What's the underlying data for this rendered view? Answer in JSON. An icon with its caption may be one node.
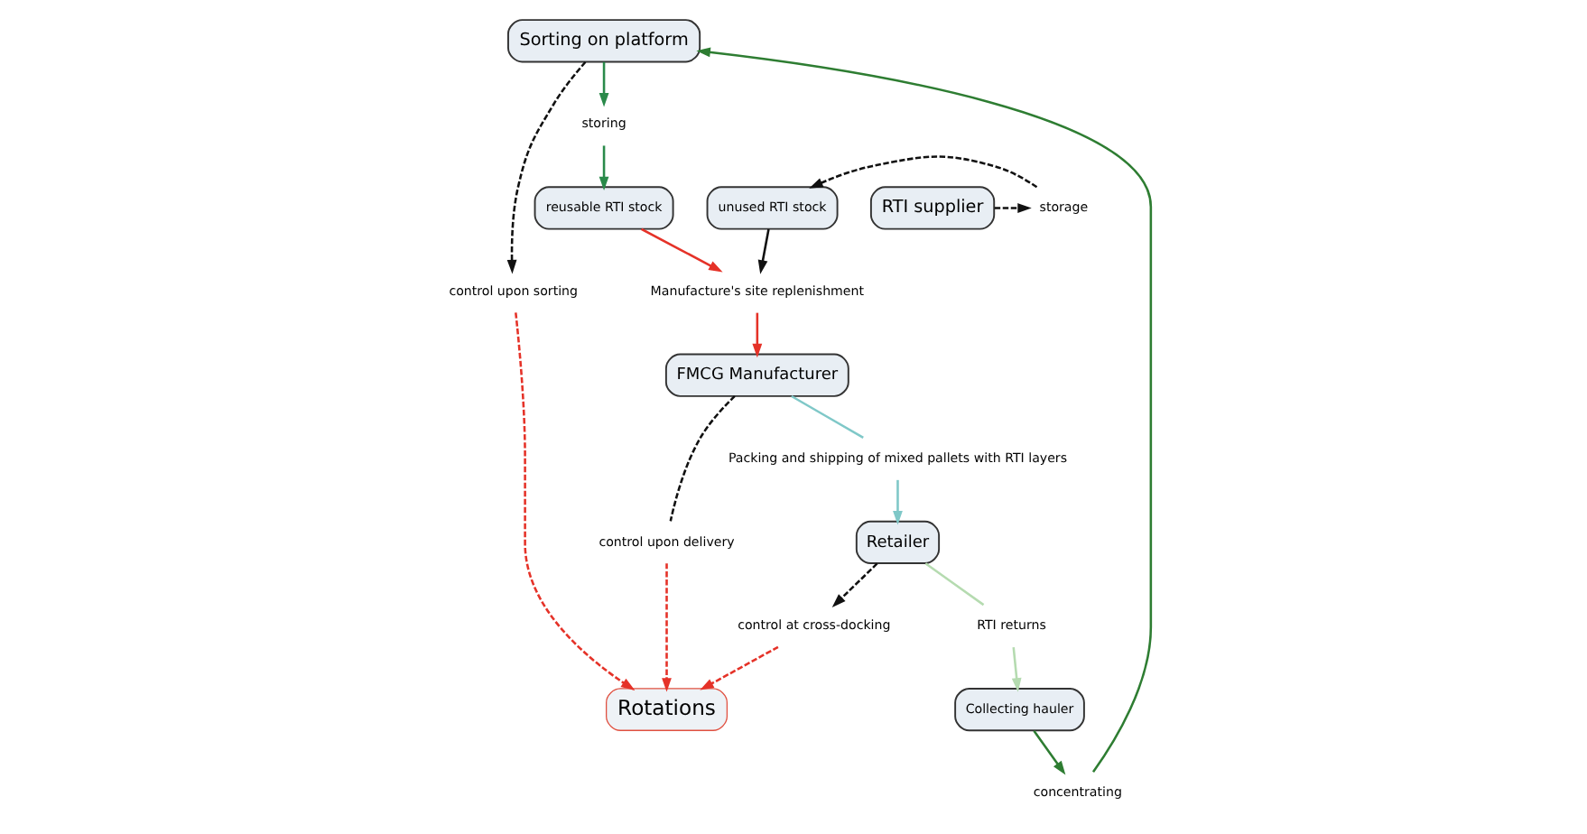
{
  "diagram": {
    "nodes": [
      {
        "text": [
          "Sorting on platform"
        ]
      },
      {
        "text": [
          "storing"
        ]
      },
      {
        "text": [
          "concentrating"
        ]
      },
      {
        "text": [
          "control upon sorting"
        ]
      },
      {
        "text": [
          "reusable RTI stock"
        ]
      },
      {
        "text": [
          "Collecting hauler"
        ]
      },
      {
        "text": [
          "Rotations"
        ]
      },
      {
        "text": [
          "RTI supplier"
        ]
      },
      {
        "text": [
          "storage"
        ]
      },
      {
        "text": [
          "unused RTI stock"
        ]
      },
      {
        "text": [
          "RTI returns"
        ]
      },
      {
        "text": [
          "Manufacture's site replenishment"
        ]
      },
      {
        "text": [
          "control upon delivery"
        ]
      },
      {
        "text": [
          "control at cross-docking"
        ]
      },
      {
        "text": [
          "FMCG Manufacturer"
        ]
      },
      {
        "text": [
          "Retailer"
        ]
      },
      {
        "text": [
          "Packing and shipping of mixed pallets with RTI layers"
        ]
      }
    ],
    "edges": [
      {
        "from": 0,
        "to": 1,
        "arrow": "to",
        "color": "#2a8a4a"
      },
      {
        "from": 1,
        "to": 4,
        "arrow": "to",
        "color": "#2a8a4a"
      },
      {
        "from": 0,
        "to": 3,
        "arrow": "to",
        "style": "dashed"
      },
      {
        "from": 3,
        "to": 6,
        "arrow": "to",
        "style": "dashed",
        "color": "#e53228"
      },
      {
        "from": 5,
        "to": 2,
        "arrow": "to",
        "color": "#2e7d32"
      },
      {
        "from": 2,
        "to": 0,
        "arrow": "to",
        "color": "#2e7d32"
      },
      {
        "from": 7,
        "to": 8,
        "arrow": "to",
        "style": "dashed"
      },
      {
        "from": 8,
        "to": 9,
        "arrow": "to",
        "style": "dashed"
      },
      {
        "from": 4,
        "to": 11,
        "arrow": "to",
        "color": "#e53228"
      },
      {
        "from": 9,
        "to": 11,
        "arrow": "to"
      },
      {
        "from": 11,
        "to": 14,
        "arrow": "to",
        "color": "#e53228"
      },
      {
        "from": 14,
        "to": 12,
        "arrow": "none",
        "style": "dashed"
      },
      {
        "from": 12,
        "to": 6,
        "arrow": "to",
        "style": "dashed",
        "color": "#e53228"
      },
      {
        "from": 15,
        "to": 13,
        "arrow": "to",
        "style": "dashed"
      },
      {
        "from": 13,
        "to": 6,
        "arrow": "to",
        "style": "dashed",
        "color": "#e53228"
      },
      {
        "from": 14,
        "to": 16,
        "arrow": "none",
        "color": "#7fc8c8"
      },
      {
        "from": 16,
        "to": 15,
        "arrow": "to",
        "color": "#7fc8c8"
      },
      {
        "from": 15,
        "to": 10,
        "arrow": "none",
        "color": "#b5dbb0"
      },
      {
        "from": 10,
        "to": 5,
        "arrow": "to",
        "color": "#b5dbb0"
      }
    ]
  }
}
